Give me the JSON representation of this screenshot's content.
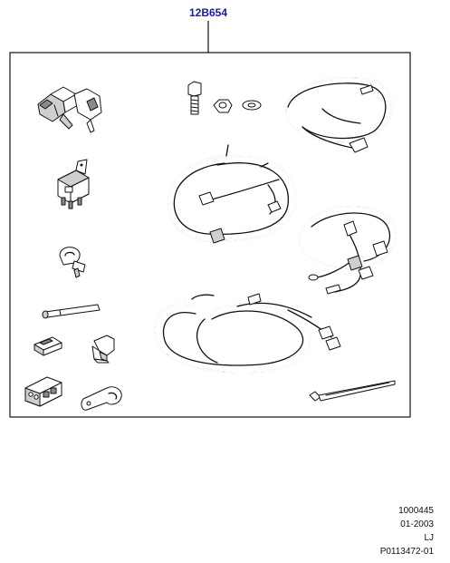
{
  "diagram": {
    "part_number": "12B654",
    "colors": {
      "callout": "#1a1aa8",
      "line": "#111111"
    }
  },
  "footer": {
    "ref_number": "1000445",
    "date_code": "01-2003",
    "author_code": "LJ",
    "illustration_id": "P0113472-01"
  }
}
